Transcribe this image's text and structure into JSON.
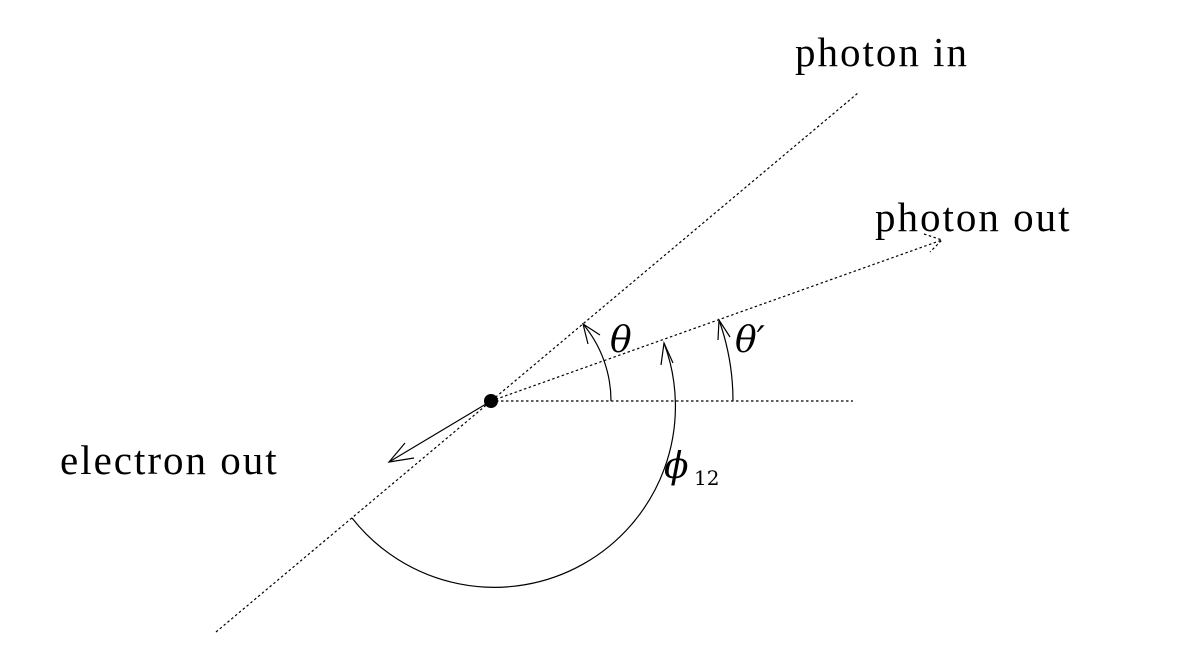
{
  "labels": {
    "photon_in": "photon in",
    "photon_out": "photon out",
    "electron_out": "electron out",
    "theta": "θ",
    "theta_prime": "θ′",
    "phi": "ϕ",
    "phi_subscript": "12"
  },
  "colors": {
    "ink": "#000000",
    "background": "#ffffff"
  }
}
